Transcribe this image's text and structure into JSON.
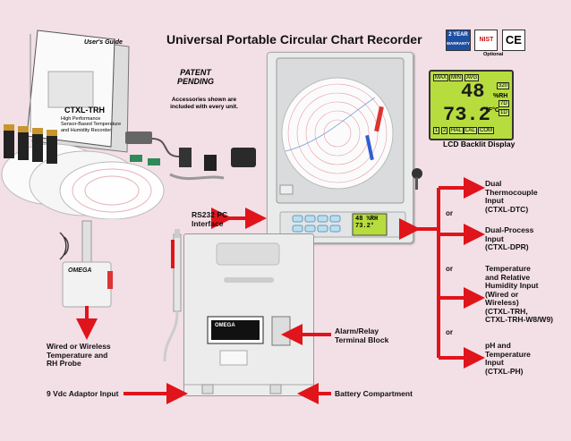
{
  "title": "Universal Portable Circular Chart Recorder",
  "patent": "PATENT\nPENDING",
  "accessories_note": "Accessories shown are\nincluded with every unit.",
  "manual": {
    "header": "User's Guide",
    "model": "CTXL-TRH",
    "subtitle": "High Performance\nSensor-Based Temperature\nand Humidity Recorder"
  },
  "badges": {
    "warranty_top": "2 YEAR",
    "warranty_bottom": "WARRANTY",
    "nist": "NIST",
    "ce": "CE",
    "optional": "Optional"
  },
  "lcd": {
    "caption": "LCD Backlit Display",
    "top_tags": [
      "MAX",
      "MIN",
      "AVG"
    ],
    "value1": "48",
    "unit1": "%RH",
    "value2": "73.2",
    "unit2": "°F°C",
    "side_tags": [
      "320",
      "7D",
      "1D"
    ],
    "bottom_tags": [
      "1",
      "2",
      "HAL",
      "LAL",
      "COM"
    ],
    "small_display": "48 %RH\n73.2°"
  },
  "labels": {
    "rs232": "RS232 PC\nInterface",
    "probe": "Wired or Wireless\nTemperature and\nRH Probe",
    "adaptor": "9 Vdc Adaptor Input",
    "alarm": "Alarm/Relay\nTerminal Block",
    "battery": "Battery Compartment"
  },
  "options": [
    {
      "label": "Dual\nThermocouple\nInput\n(CTXL-DTC)"
    },
    {
      "label": "Dual-Process\nInput\n(CTXL-DPR)"
    },
    {
      "label": "Temperature\nand Relative\nHumidity Input\n(Wired or\nWireless)\n(CTXL-TRH,\nCTXL-TRH-W8/W9)"
    },
    {
      "label": "pH and\nTemperature\nInput\n(CTXL-PH)"
    }
  ],
  "or_word": "or",
  "brand": "OMEGA",
  "colors": {
    "background": "#f3dfe6",
    "arrow": "#e0141b",
    "lcd": "#b7dc3e"
  }
}
